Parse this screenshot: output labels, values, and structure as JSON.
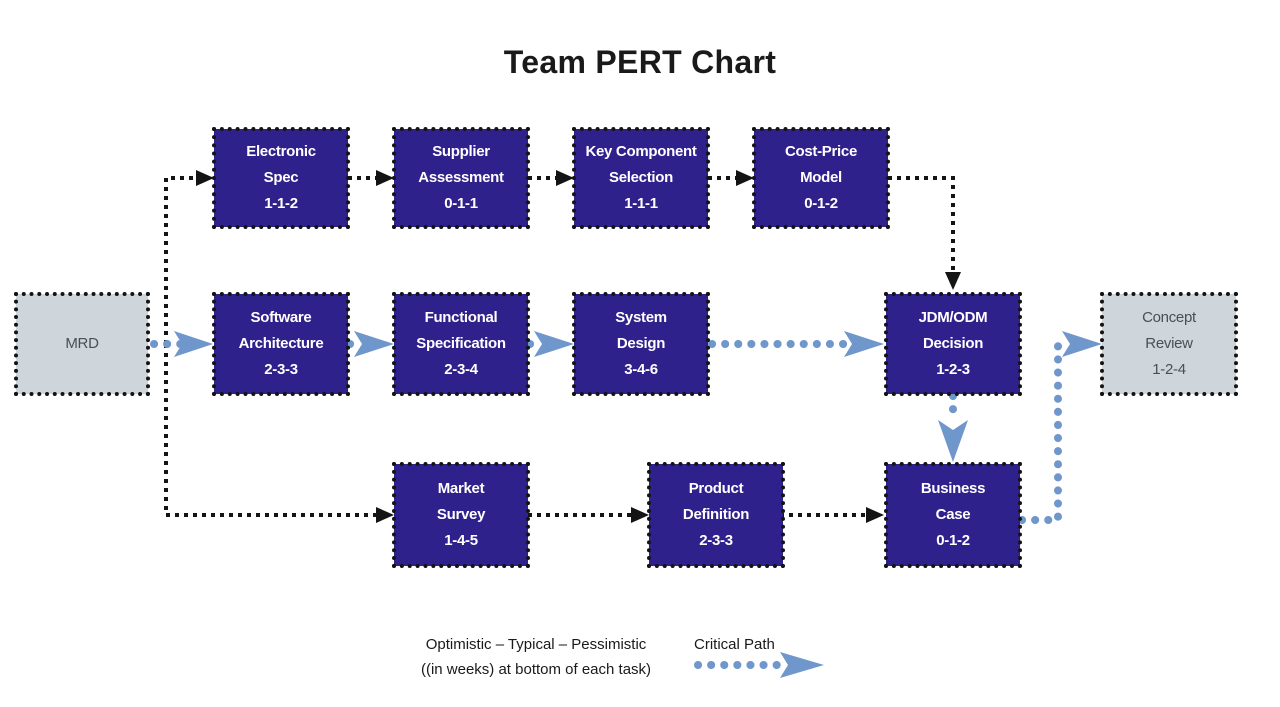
{
  "title": "Team PERT Chart",
  "nodes": {
    "mrd": {
      "lines": [
        "MRD"
      ]
    },
    "electronic": {
      "lines": [
        "Electronic",
        "Spec",
        "1-1-2"
      ]
    },
    "supplier": {
      "lines": [
        "Supplier",
        "Assessment",
        "0-1-1"
      ]
    },
    "keycomp": {
      "lines": [
        "Key Component",
        "Selection",
        "1-1-1"
      ]
    },
    "costprice": {
      "lines": [
        "Cost-Price",
        "Model",
        "0-1-2"
      ]
    },
    "software": {
      "lines": [
        "Software",
        "Architecture",
        "2-3-3"
      ]
    },
    "functional": {
      "lines": [
        "Functional",
        "Specification",
        "2-3-4"
      ]
    },
    "system": {
      "lines": [
        "System",
        "Design",
        "3-4-6"
      ]
    },
    "jdm": {
      "lines": [
        "JDM/ODM",
        "Decision",
        "1-2-3"
      ]
    },
    "concept": {
      "lines": [
        "Concept",
        "Review",
        "1-2-4"
      ]
    },
    "market": {
      "lines": [
        "Market",
        "Survey",
        "1-4-5"
      ]
    },
    "product": {
      "lines": [
        "Product",
        "Definition",
        "2-3-3"
      ]
    },
    "business": {
      "lines": [
        "Business",
        "Case",
        "0-1-2"
      ]
    }
  },
  "legend": {
    "estimate_line1": "Optimistic – Typical – Pessimistic",
    "estimate_line2": "((in weeks) at bottom of each task)",
    "critical_label": "Critical Path"
  },
  "colors": {
    "task_fill": "#2f218b",
    "milestone_fill": "#ced5db",
    "critical_path": "#6f97cc",
    "normal_path": "#141414"
  }
}
